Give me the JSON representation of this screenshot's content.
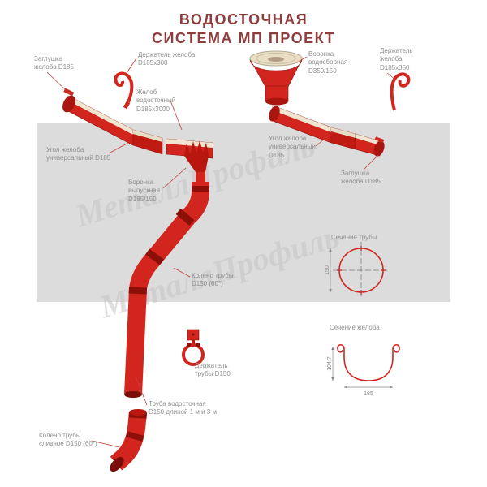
{
  "title": {
    "line1": "ВОДОСТОЧНАЯ",
    "line2": "СИСТЕМА МП ПРОЕКТ"
  },
  "watermark": "МеталлПрофиль",
  "labels": {
    "end_cap_left": [
      "Заглушка",
      "желоба D185"
    ],
    "gutter_holder_left": [
      "Держатель желоба",
      "D185x300"
    ],
    "collector_funnel": [
      "Воронка",
      "водосборная",
      "D350/150"
    ],
    "gutter_holder_right": [
      "Держатель",
      "желоба",
      "D185x350"
    ],
    "gutter": [
      "Желоб",
      "водосточный",
      "D185x3000"
    ],
    "gutter_corner_left": [
      "Угол желоба",
      "универсальный D185"
    ],
    "gutter_corner_right": [
      "Угол желоба",
      "универсальный",
      "D185"
    ],
    "end_cap_right": [
      "Заглушка",
      "желоба D185"
    ],
    "outlet_funnel": [
      "Воронка",
      "выпускная",
      "D185/150"
    ],
    "pipe_section": "Сечение трубы",
    "pipe_elbow": [
      "Колено трубы",
      "D150 (60°)"
    ],
    "gutter_section": "Сечение желоба",
    "pipe_holder": [
      "Держатель",
      "трубы D150"
    ],
    "pipe": [
      "Труба водосточная",
      "D150 длиной 1 м и 3 м"
    ],
    "drain_elbow": [
      "Колено трубы",
      "сливное D150 (60°)"
    ]
  },
  "dimensions": {
    "pipe_diameter": "150",
    "gutter_height": "104,7",
    "gutter_width": "185"
  },
  "colors": {
    "component_red": "#d2251d",
    "dark_red": "#8c120c",
    "cream_inner": "#efe5d0",
    "wall_gray": "#dcdcdc",
    "label_gray": "#8f8f8f",
    "title_color": "#8e3c3c"
  }
}
